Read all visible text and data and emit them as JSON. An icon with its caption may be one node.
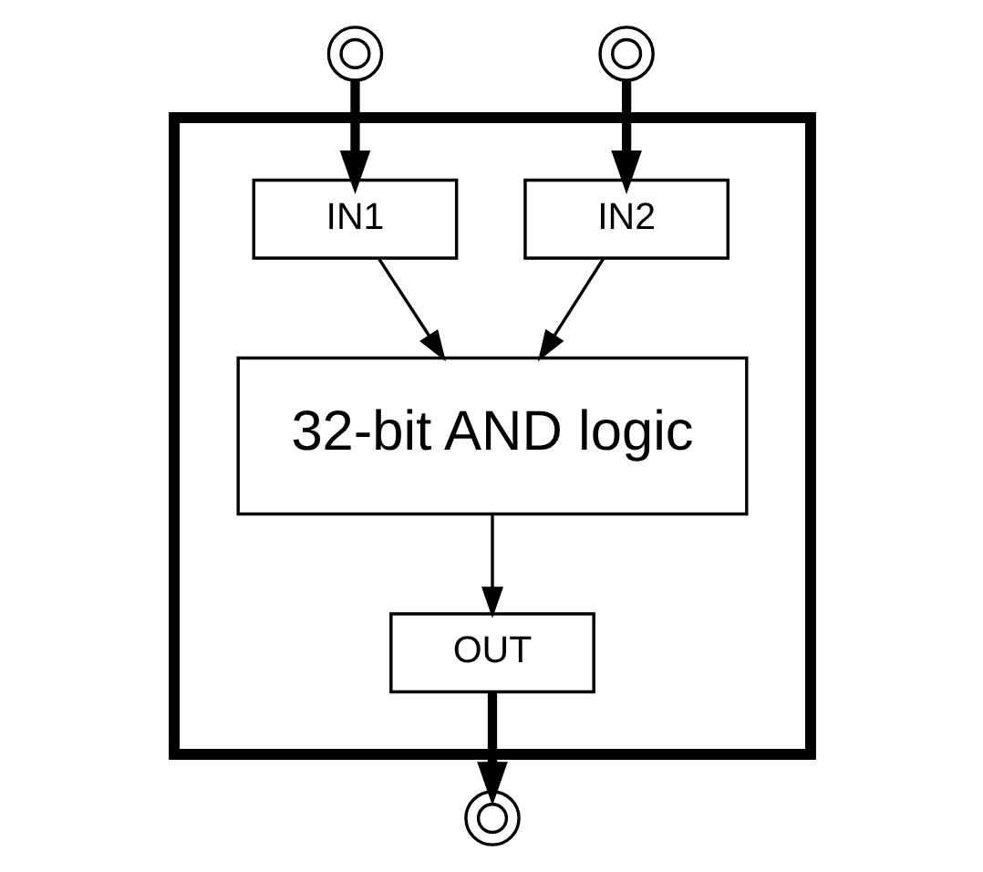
{
  "diagram": {
    "nodes": [
      {
        "text": [],
        "shape": "circle"
      },
      {
        "text": [],
        "shape": "circle"
      },
      {
        "text": [],
        "shape": "box"
      },
      {
        "text": [
          "IN1"
        ],
        "in": 2
      },
      {
        "text": [
          "IN2"
        ],
        "in": 2
      },
      {
        "text": [
          "32-bit AND logic"
        ],
        "in": 2
      },
      {
        "text": [
          "OUT"
        ],
        "in": 2
      },
      {
        "text": [],
        "shape": "circle"
      }
    ],
    "edges": [
      {
        "from": 0,
        "to": 3,
        "arrow": "to",
        "style": "thick"
      },
      {
        "from": 1,
        "to": 4,
        "arrow": "to",
        "style": "thick"
      },
      {
        "from": 3,
        "to": 5,
        "arrow": "to"
      },
      {
        "from": 4,
        "to": 5,
        "arrow": "to"
      },
      {
        "from": 5,
        "to": 6,
        "arrow": "to"
      },
      {
        "from": 6,
        "to": 7,
        "arrow": "to",
        "style": "thick"
      }
    ]
  }
}
